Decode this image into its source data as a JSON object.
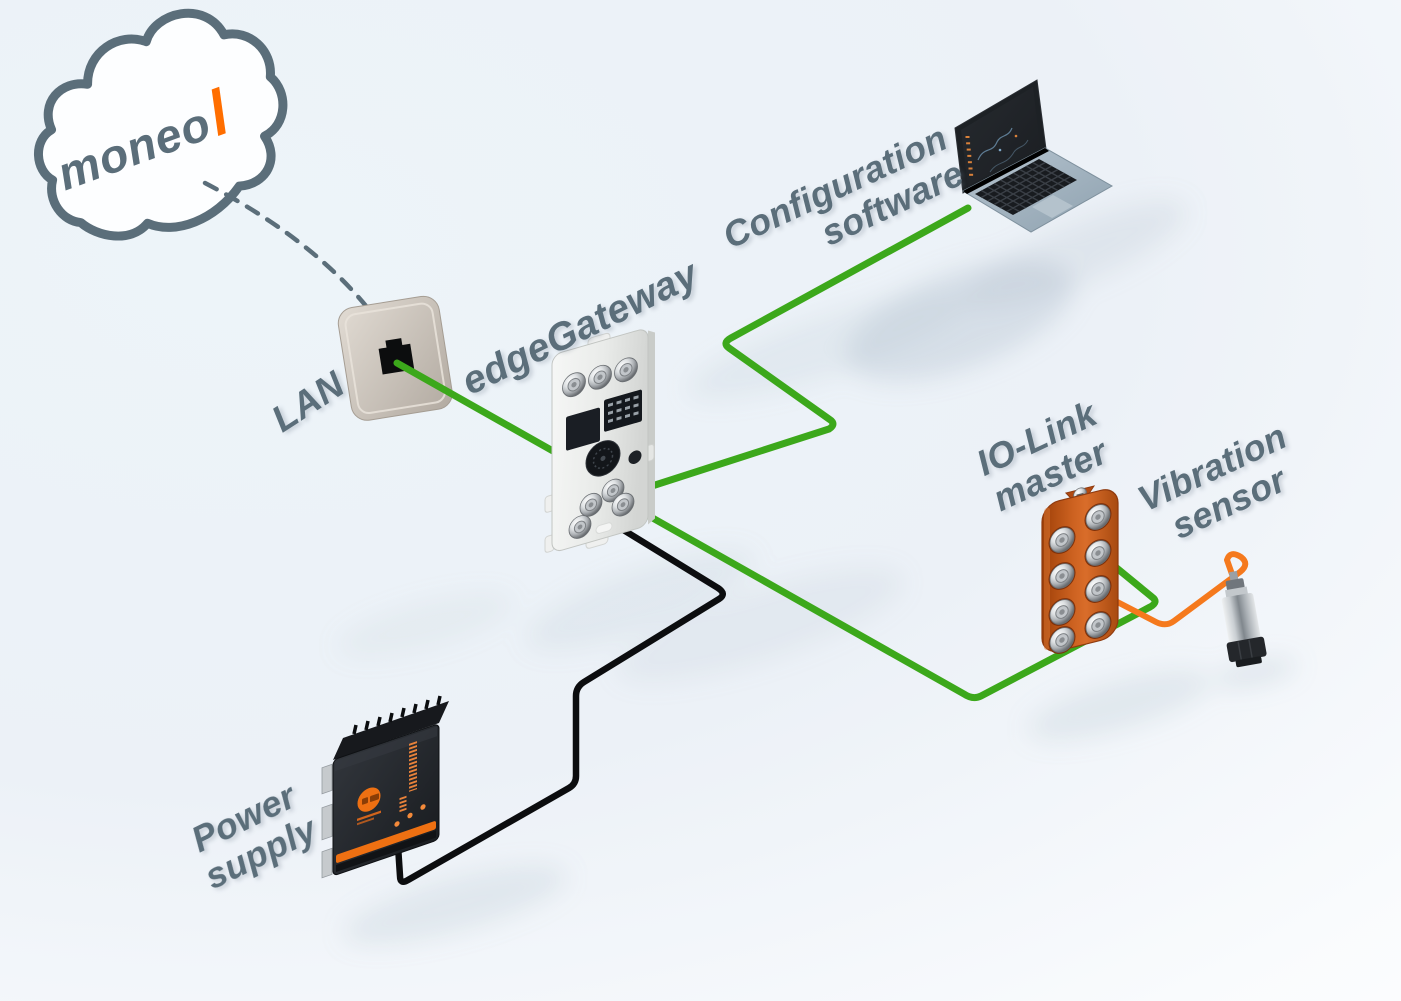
{
  "cloud": {
    "label": "moneo"
  },
  "labels": {
    "lan": "LAN",
    "gateway": "edgeGateway",
    "config": {
      "line1": "Configuration",
      "line2": "software"
    },
    "iolink": {
      "line1": "IO-Link",
      "line2": "master"
    },
    "vibration": {
      "line1": "Vibration",
      "line2": "sensor"
    },
    "power": {
      "line1": "Power",
      "line2": "supply"
    }
  },
  "colors": {
    "label_gray": "#5B6E7A",
    "cable_green": "#3CA81B",
    "cable_orange": "#F5791D",
    "cable_black": "#0C0D0F",
    "moneo_accent": "#FF6E00",
    "device_orange": "#C25312"
  }
}
